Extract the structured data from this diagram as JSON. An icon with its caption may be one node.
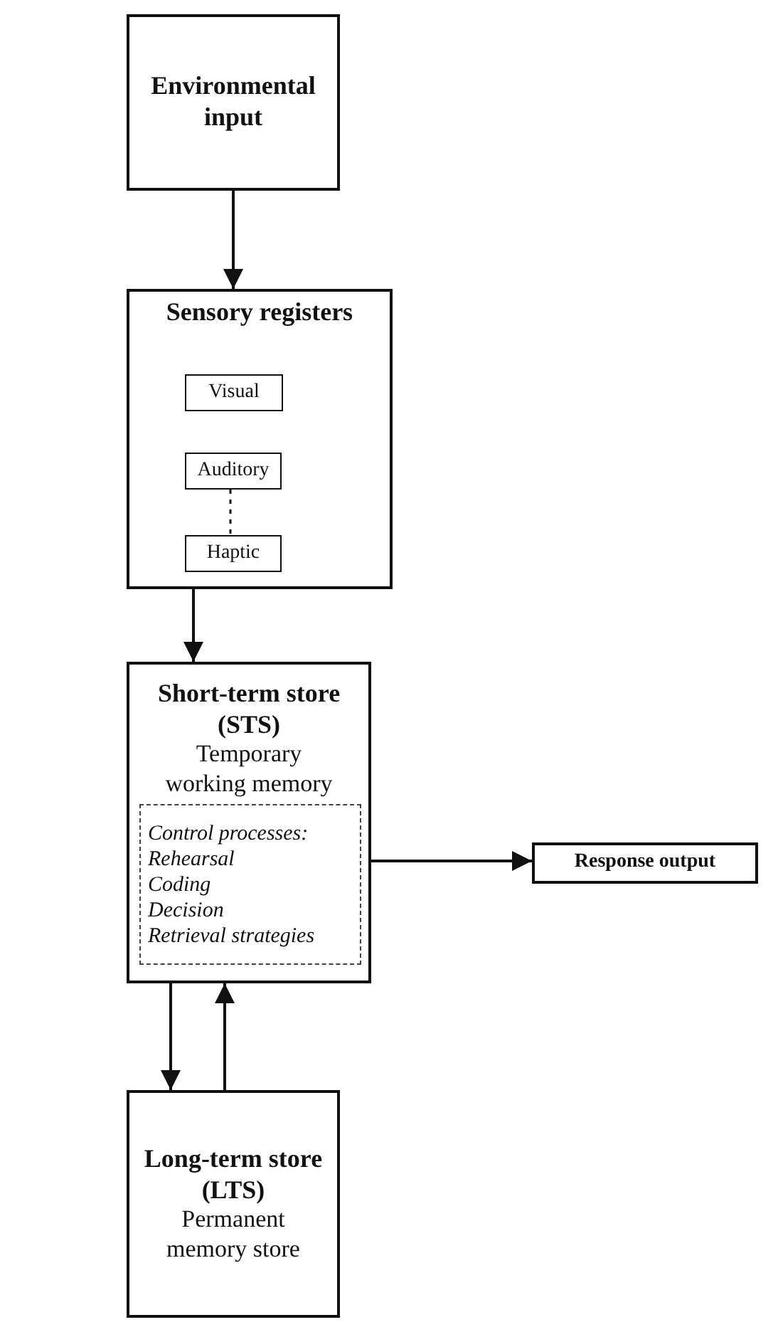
{
  "diagram": {
    "nodes": [
      {
        "text": [
          "Environmental input"
        ]
      },
      {
        "text": [
          "Sensory registers"
        ]
      },
      {
        "text": [
          "Visual"
        ],
        "in": 1
      },
      {
        "text": [
          "Auditory"
        ],
        "in": 1
      },
      {
        "text": [
          "Haptic"
        ],
        "in": 1
      },
      {
        "text": [
          "Short-term store (STS)",
          "Temporary working memory"
        ]
      },
      {
        "text": [
          "Control processes:",
          "Rehearsal",
          "Coding",
          "Decision",
          "Retrieval strategies"
        ],
        "in": 5
      },
      {
        "text": [
          "Response output"
        ]
      },
      {
        "text": [
          "Long-term store (LTS)",
          "Permanent memory store"
        ]
      }
    ],
    "edges": [
      {
        "from": 0,
        "to": 1,
        "arrow": "to"
      },
      {
        "from": 3,
        "to": 4,
        "arrow": "none",
        "style": "dashed"
      },
      {
        "from": 1,
        "to": 5,
        "arrow": "to"
      },
      {
        "from": 5,
        "to": 7,
        "arrow": "to"
      },
      {
        "from": 5,
        "to": 8,
        "arrow": "to"
      },
      {
        "from": 8,
        "to": 5,
        "arrow": "to"
      }
    ]
  }
}
